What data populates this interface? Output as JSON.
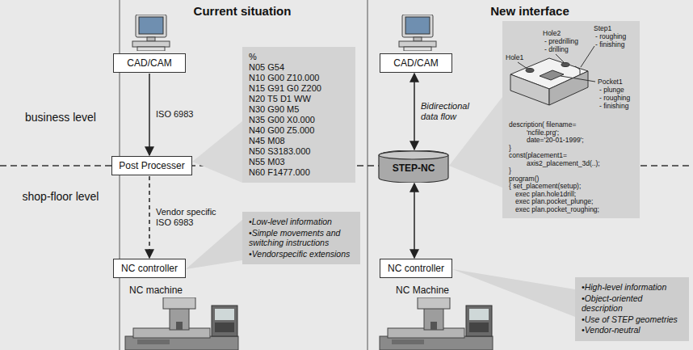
{
  "diagram": {
    "nodes": [
      {
        "text": [
          "CAD/CAM"
        ]
      },
      {
        "text": [
          "Post Processer"
        ]
      },
      {
        "text": [
          "NC controller"
        ]
      },
      {
        "text": [
          "%",
          "N05 G54",
          "N10 G00 Z10.000",
          "N15 G91 G0 Z200",
          "N20 T5 D1 WW",
          "N30 G90 M5",
          "N35 G00 X0.000",
          "N40 G00 Z5.000",
          "N45 M08",
          "N50 S3183.000",
          "N55 M03",
          "N60 F1477.000"
        ]
      },
      {
        "text": [
          "•Low-level information",
          "•Simple movements and switching instructions",
          "•Vendorspecific extensions"
        ]
      },
      {
        "text": [
          "CAD/CAM"
        ]
      },
      {
        "text": [
          "STEP-NC"
        ]
      },
      {
        "text": [
          "NC controller"
        ]
      },
      {
        "text": [
          "description( filename=",
          "'ncfile.prg';",
          "date='20-01-1999';",
          "}",
          "const(placement1=",
          "axis2_placement_3d(..);",
          "}",
          "program()",
          "{ set_placement(setup);",
          "exec plan.hole1drill;",
          "exec plan.pocket_plunge;",
          "exec plan.pocket_roughing;"
        ]
      },
      {
        "text": [
          "•High-level information",
          "•Object-oriented description",
          "•Use of STEP geometries",
          "•Vendor-neutral"
        ]
      }
    ],
    "edges": [
      {
        "from": 0,
        "to": 1,
        "label": "ISO 6983",
        "arrow": "to"
      },
      {
        "from": 1,
        "to": 2,
        "label": "Vendor specific ISO 6983",
        "arrow": "to"
      },
      {
        "from": 5,
        "to": 6,
        "label": "Bidirectional data flow",
        "arrow": "both"
      },
      {
        "from": 6,
        "to": 7,
        "arrow": "both"
      }
    ],
    "labels": [
      "Current situation",
      "New interface",
      "business level",
      "shop-floor level",
      "NC machine",
      "NC Machine",
      "Hole2",
      "- predrilling",
      "- drilling",
      "Step1",
      "- roughing",
      "- finishing",
      "Hole1",
      "Pocket1",
      "- plunge",
      "- roughing",
      "- finishing"
    ]
  }
}
